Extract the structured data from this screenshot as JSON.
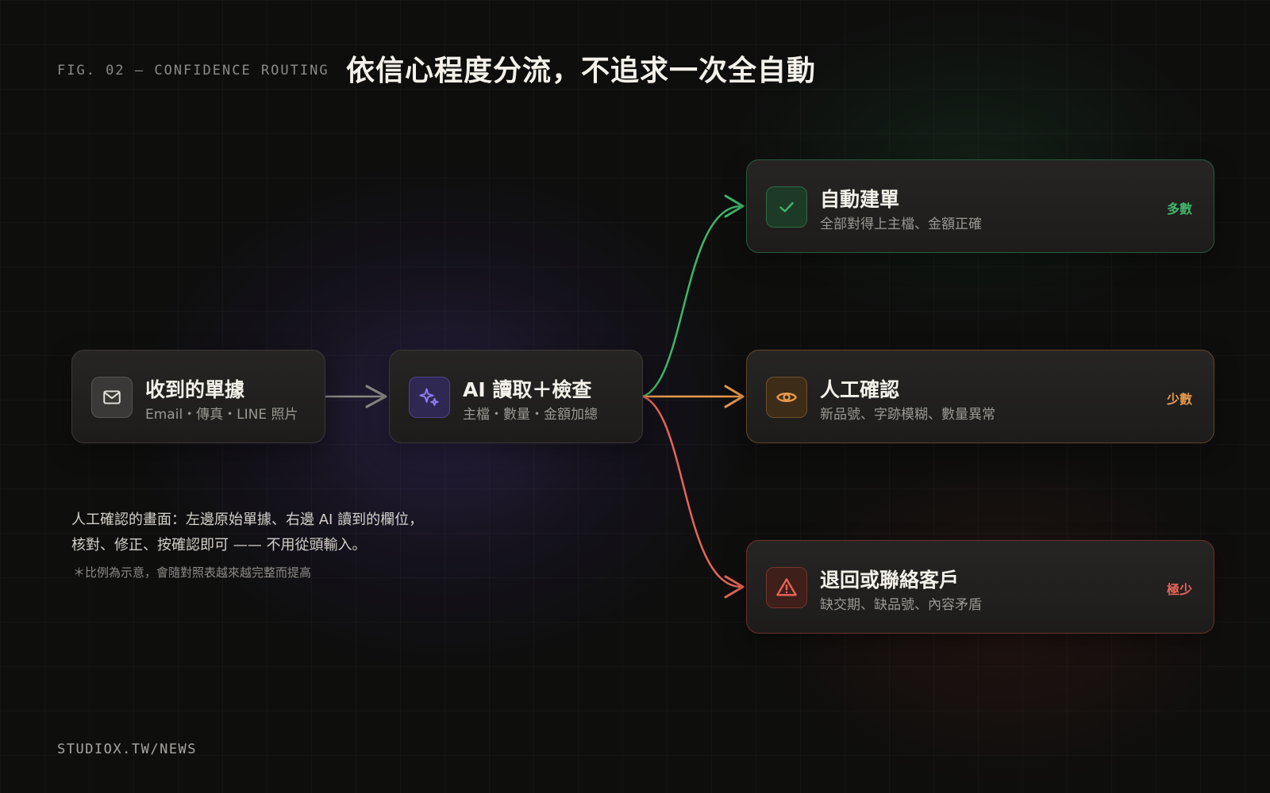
{
  "header": {
    "fig_label": "FIG. 02 — CONFIDENCE ROUTING",
    "title": "依信心程度分流，不追求一次全自動"
  },
  "nodes": {
    "input": {
      "title": "收到的單據",
      "subtitle": "Email・傳真・LINE 照片",
      "icon": "mail-icon"
    },
    "ai": {
      "title": "AI 讀取＋檢查",
      "subtitle": "主檔・數量・金額加總",
      "icon": "sparkle-icon"
    }
  },
  "outcomes": [
    {
      "title": "自動建單",
      "subtitle": "全部對得上主檔、金額正確",
      "tag": "多數",
      "icon": "check-icon",
      "color": "#3fb56c"
    },
    {
      "title": "人工確認",
      "subtitle": "新品號、字跡模糊、數量異常",
      "tag": "少數",
      "icon": "eye-icon",
      "color": "#e89a4c"
    },
    {
      "title": "退回或聯絡客戶",
      "subtitle": "缺交期、缺品號、內容矛盾",
      "tag": "極少",
      "icon": "warning-icon",
      "color": "#e8655a"
    }
  ],
  "note": {
    "line1": "人工確認的畫面：左邊原始單據、右邊 AI 讀到的欄位，",
    "line2": "核對、修正、按確認即可 —— 不用從頭輸入。",
    "footnote": "＊比例為示意，會隨對照表越來越完整而提高"
  },
  "footer": {
    "source": "STUDIOX.TW/NEWS"
  },
  "colors": {
    "background": "#0e0e0d",
    "connector_neutral": "#8a8986",
    "green": "#3fb56c",
    "orange": "#e89a4c",
    "red": "#e8655a",
    "purple": "#8f7cf0"
  }
}
